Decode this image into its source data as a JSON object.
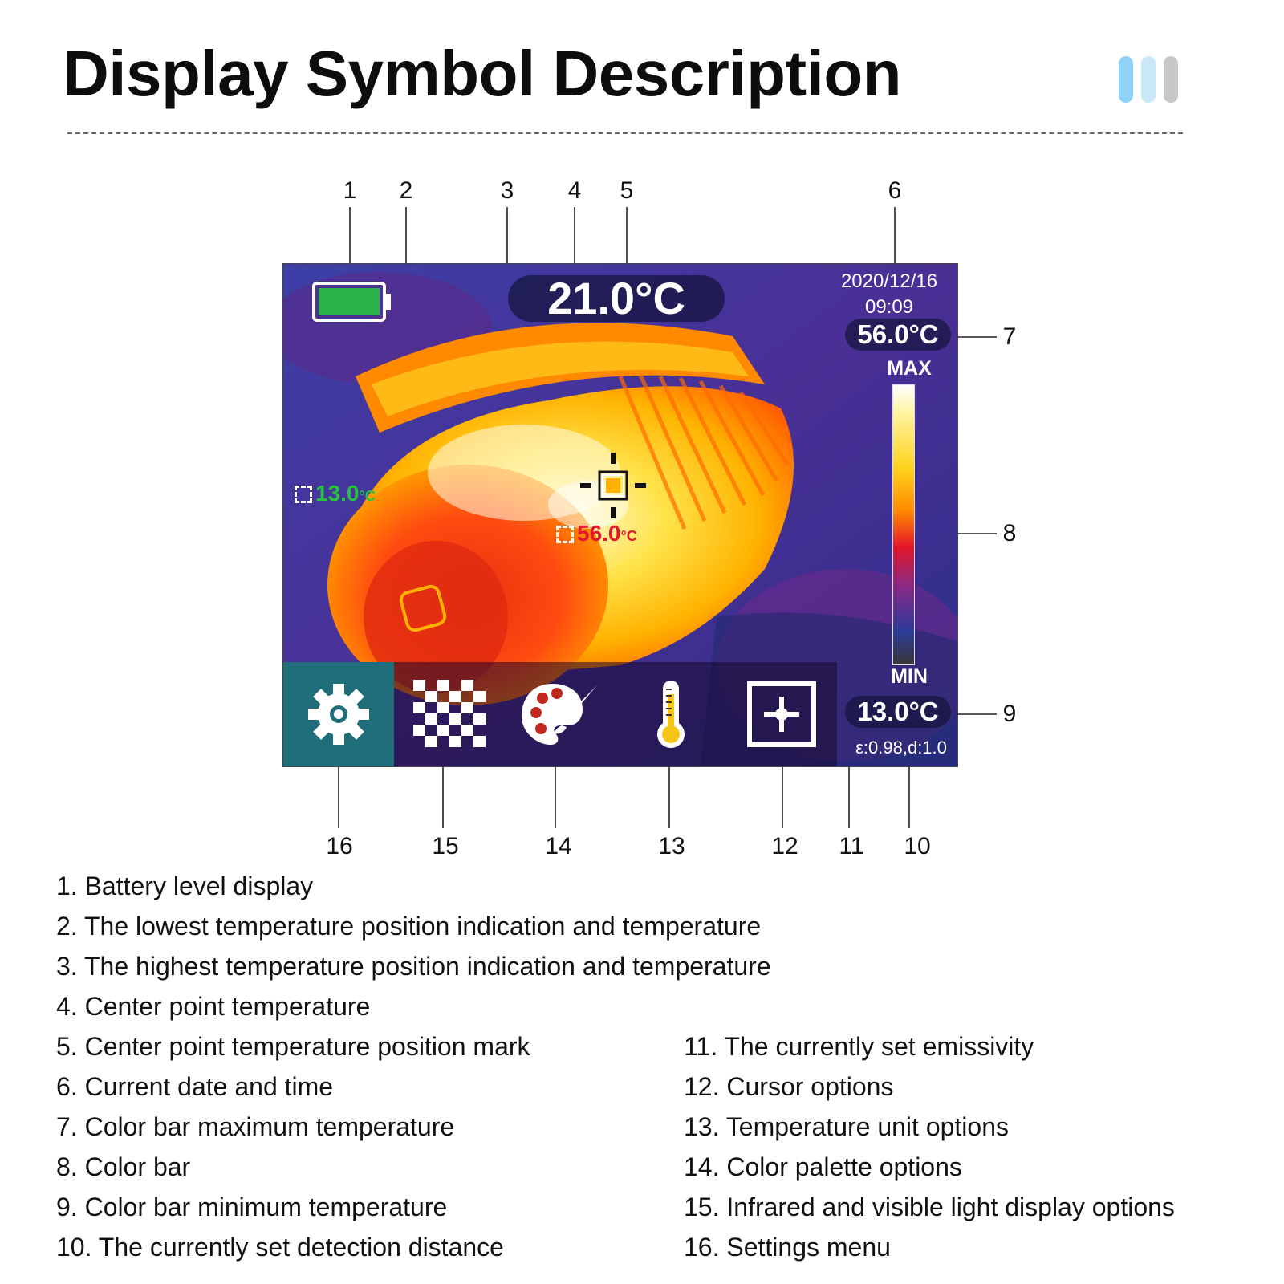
{
  "page": {
    "title": "Display Symbol Description",
    "accent_pills": [
      "#8fd3f8",
      "#c9e8f8",
      "#c8c8c8"
    ]
  },
  "screen": {
    "center_temp": "21.0°C",
    "date": "2020/12/16",
    "time": "09:09",
    "max_temp": "56.0°C",
    "max_label": "MAX",
    "min_label": "MIN",
    "min_temp": "13.0°C",
    "emissivity_distance": "ε:0.98,d:1.0",
    "low_temp_value": "13.0",
    "high_temp_value": "56.0",
    "temp_unit": "°C",
    "battery_color": "#29b24a",
    "low_color": "#27c23b",
    "high_color": "#e3162b",
    "toolbar": [
      {
        "icon": "gear-icon",
        "active": true
      },
      {
        "icon": "checkerboard-icon",
        "active": false
      },
      {
        "icon": "palette-icon",
        "active": false
      },
      {
        "icon": "thermometer-icon",
        "active": false
      },
      {
        "icon": "cursor-icon",
        "active": false
      }
    ]
  },
  "callouts": {
    "n1": "1",
    "n2": "2",
    "n3": "3",
    "n4": "4",
    "n5": "5",
    "n6": "6",
    "n7": "7",
    "n8": "8",
    "n9": "9",
    "n10": "10",
    "n11": "11",
    "n12": "12",
    "n13": "13",
    "n14": "14",
    "n15": "15",
    "n16": "16"
  },
  "legend": {
    "left": [
      "1. Battery level display",
      "2. The lowest temperature position indication and temperature",
      "3. The highest temperature position indication and temperature",
      "4. Center point temperature",
      "5. Center point temperature position mark",
      "6. Current date and time",
      "7. Color bar maximum temperature",
      "8. Color bar",
      "9. Color bar minimum temperature",
      "10. The currently set detection distance"
    ],
    "right": [
      "11. The currently set emissivity",
      "12. Cursor options",
      "13. Temperature unit options",
      "14. Color palette options",
      "15. Infrared and visible light display options",
      "16. Settings menu"
    ]
  }
}
